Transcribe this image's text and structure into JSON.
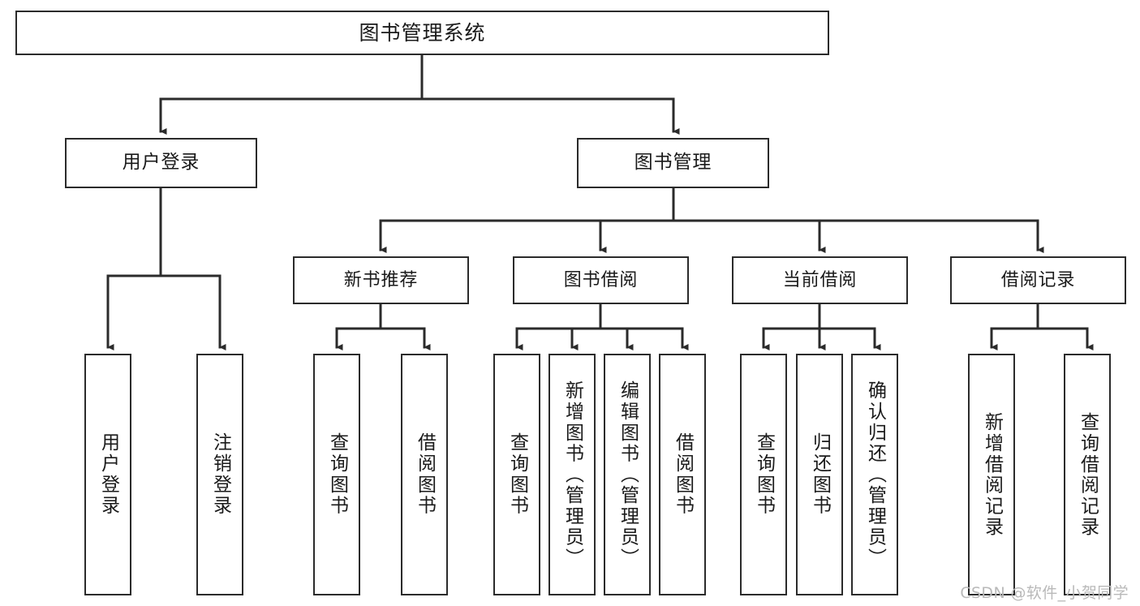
{
  "diagram": {
    "title": "图书管理系统",
    "type": "tree-hierarchy-chart",
    "root": {
      "label": "图书管理系统"
    },
    "branches": [
      {
        "label": "用户登录"
      },
      {
        "label": "图书管理"
      }
    ],
    "groups": [
      {
        "label": "新书推荐"
      },
      {
        "label": "图书借阅"
      },
      {
        "label": "当前借阅"
      },
      {
        "label": "借阅记录"
      }
    ],
    "leaves": [
      {
        "label": "用户登录"
      },
      {
        "label": "注销登录"
      },
      {
        "label": "查询图书"
      },
      {
        "label": "借阅图书"
      },
      {
        "label": "查询图书"
      },
      {
        "label": "新增图书（管理员）"
      },
      {
        "label": "编辑图书（管理员）"
      },
      {
        "label": "借阅图书"
      },
      {
        "label": "查询图书"
      },
      {
        "label": "归还图书"
      },
      {
        "label": "确认归还（管理员）"
      },
      {
        "label": "新增借阅记录"
      },
      {
        "label": "查询借阅记录"
      }
    ]
  },
  "watermark": {
    "text": "CSDN @软件_小贺同学"
  },
  "colors": {
    "stroke": "#2b2b2b",
    "background": "#ffffff",
    "text": "#1a1a1a",
    "watermark": "#b9b9b9"
  }
}
